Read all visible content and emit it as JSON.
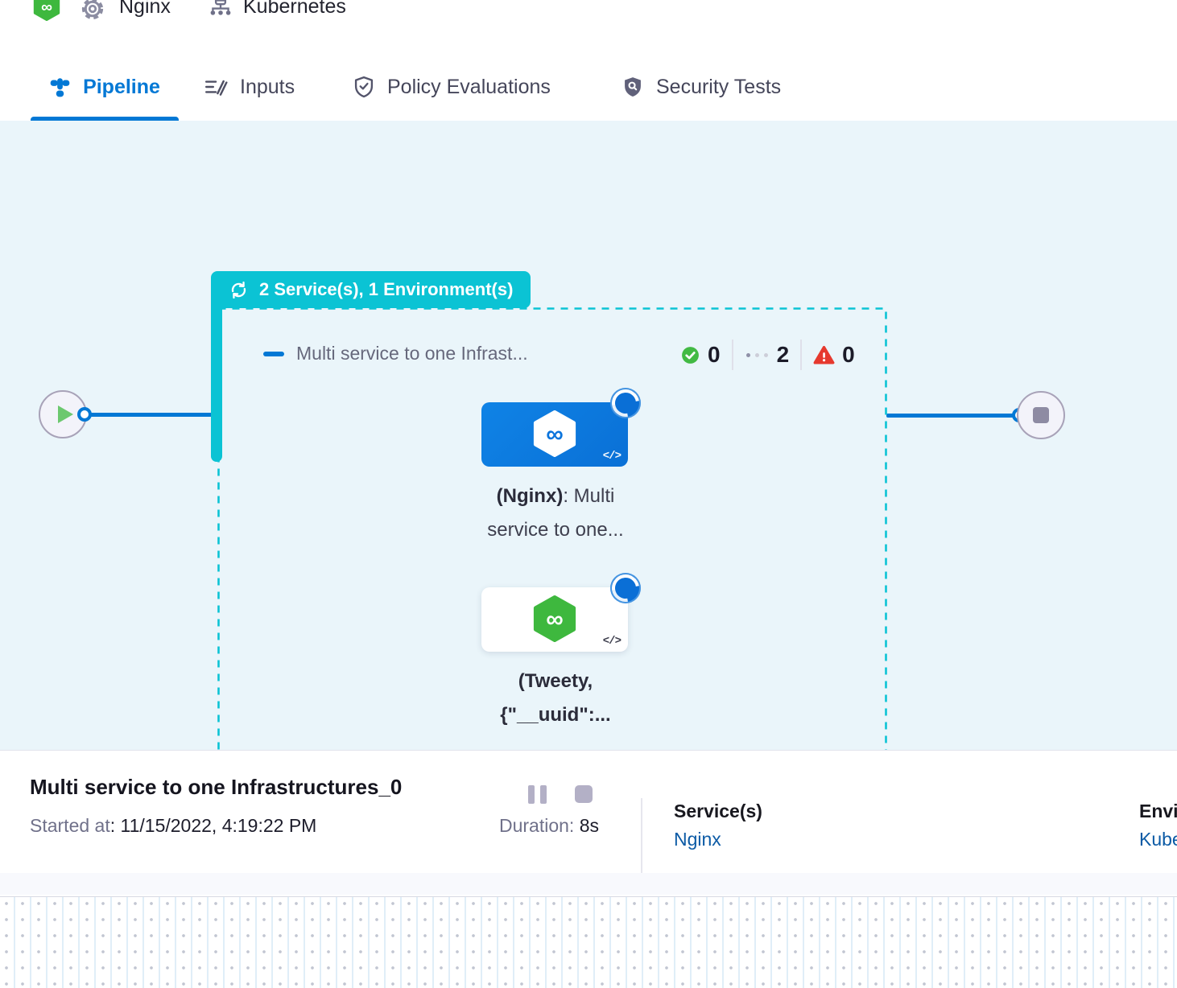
{
  "header": {
    "logo_icon": "harness-logo-icon",
    "service_item": {
      "icon": "gear-icon",
      "label": "Nginx"
    },
    "environment_item": {
      "icon": "cluster-icon",
      "label": "Kubernetes"
    }
  },
  "tabs": [
    {
      "icon": "pipeline-icon",
      "label": "Pipeline",
      "active": true
    },
    {
      "icon": "inputs-icon",
      "label": "Inputs",
      "active": false
    },
    {
      "icon": "policy-shield-icon",
      "label": "Policy Evaluations",
      "active": false
    },
    {
      "icon": "security-shield-icon",
      "label": "Security Tests",
      "active": false
    }
  ],
  "canvas": {
    "stage_badge": {
      "icon": "loop-icon",
      "label": "2 Service(s), 1 Environment(s)"
    },
    "stage": {
      "title": "Multi service to one Infrast...",
      "counts": {
        "success": "0",
        "running": "2",
        "failed": "0"
      },
      "nodes": [
        {
          "icon": "harness-service-icon",
          "code_glyph": "</>",
          "title_bold": "(Nginx)",
          "title_rest": ": Multi",
          "subtitle": "service to one...",
          "status": "running"
        },
        {
          "icon": "harness-service-icon",
          "code_glyph": "</>",
          "title_bold": "(Tweety,",
          "title_rest": "",
          "subtitle": "{\"__uuid\":...",
          "status": "running"
        }
      ]
    }
  },
  "footer": {
    "title": "Multi service to one Infrastructures_0",
    "started_label": "Started at",
    "started_value": ": 11/15/2022, 4:19:22 PM",
    "duration_label": "Duration:",
    "duration_value": "8s",
    "services_label": "Service(s)",
    "services_value": "Nginx",
    "environments_label": "Environment(s)",
    "environments_value": "Kubernetes"
  },
  "colors": {
    "accent_blue": "#0278d5",
    "badge_teal": "#0bc3d4",
    "node_blue": "#0d7ae0",
    "success_green": "#42ba44",
    "failed_red": "#e6392e",
    "link_blue": "#0b5aa5",
    "canvas_bg": "#eaf5fa"
  }
}
